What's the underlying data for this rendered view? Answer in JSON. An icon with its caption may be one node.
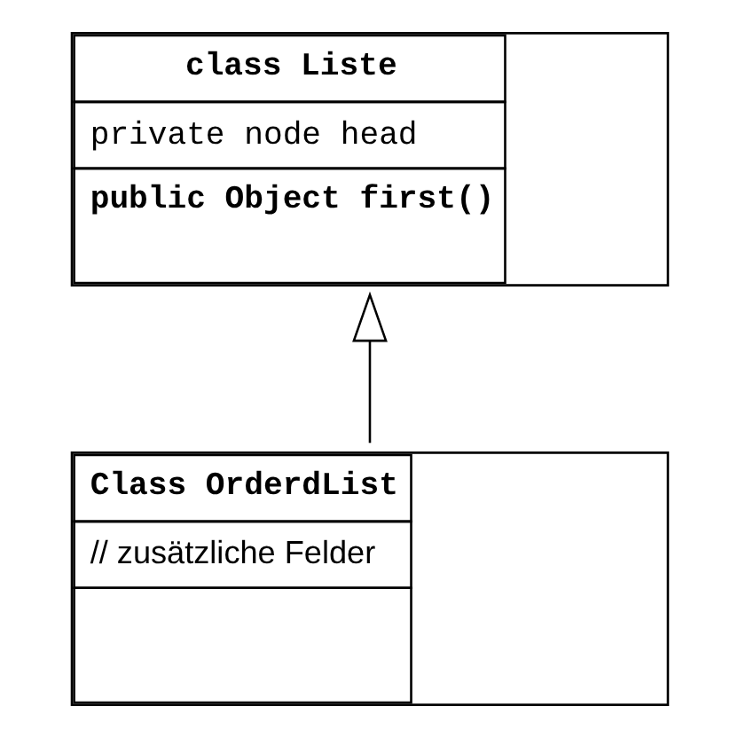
{
  "diagram": {
    "nodes": [
      {
        "text": [
          "class Liste",
          "private node head",
          "public Object first()"
        ]
      },
      {
        "text": [
          "Class OrderdList",
          "// zusätzliche Felder"
        ]
      }
    ],
    "edges": [
      {
        "from": 1,
        "to": 0,
        "arrow": "to"
      }
    ]
  }
}
